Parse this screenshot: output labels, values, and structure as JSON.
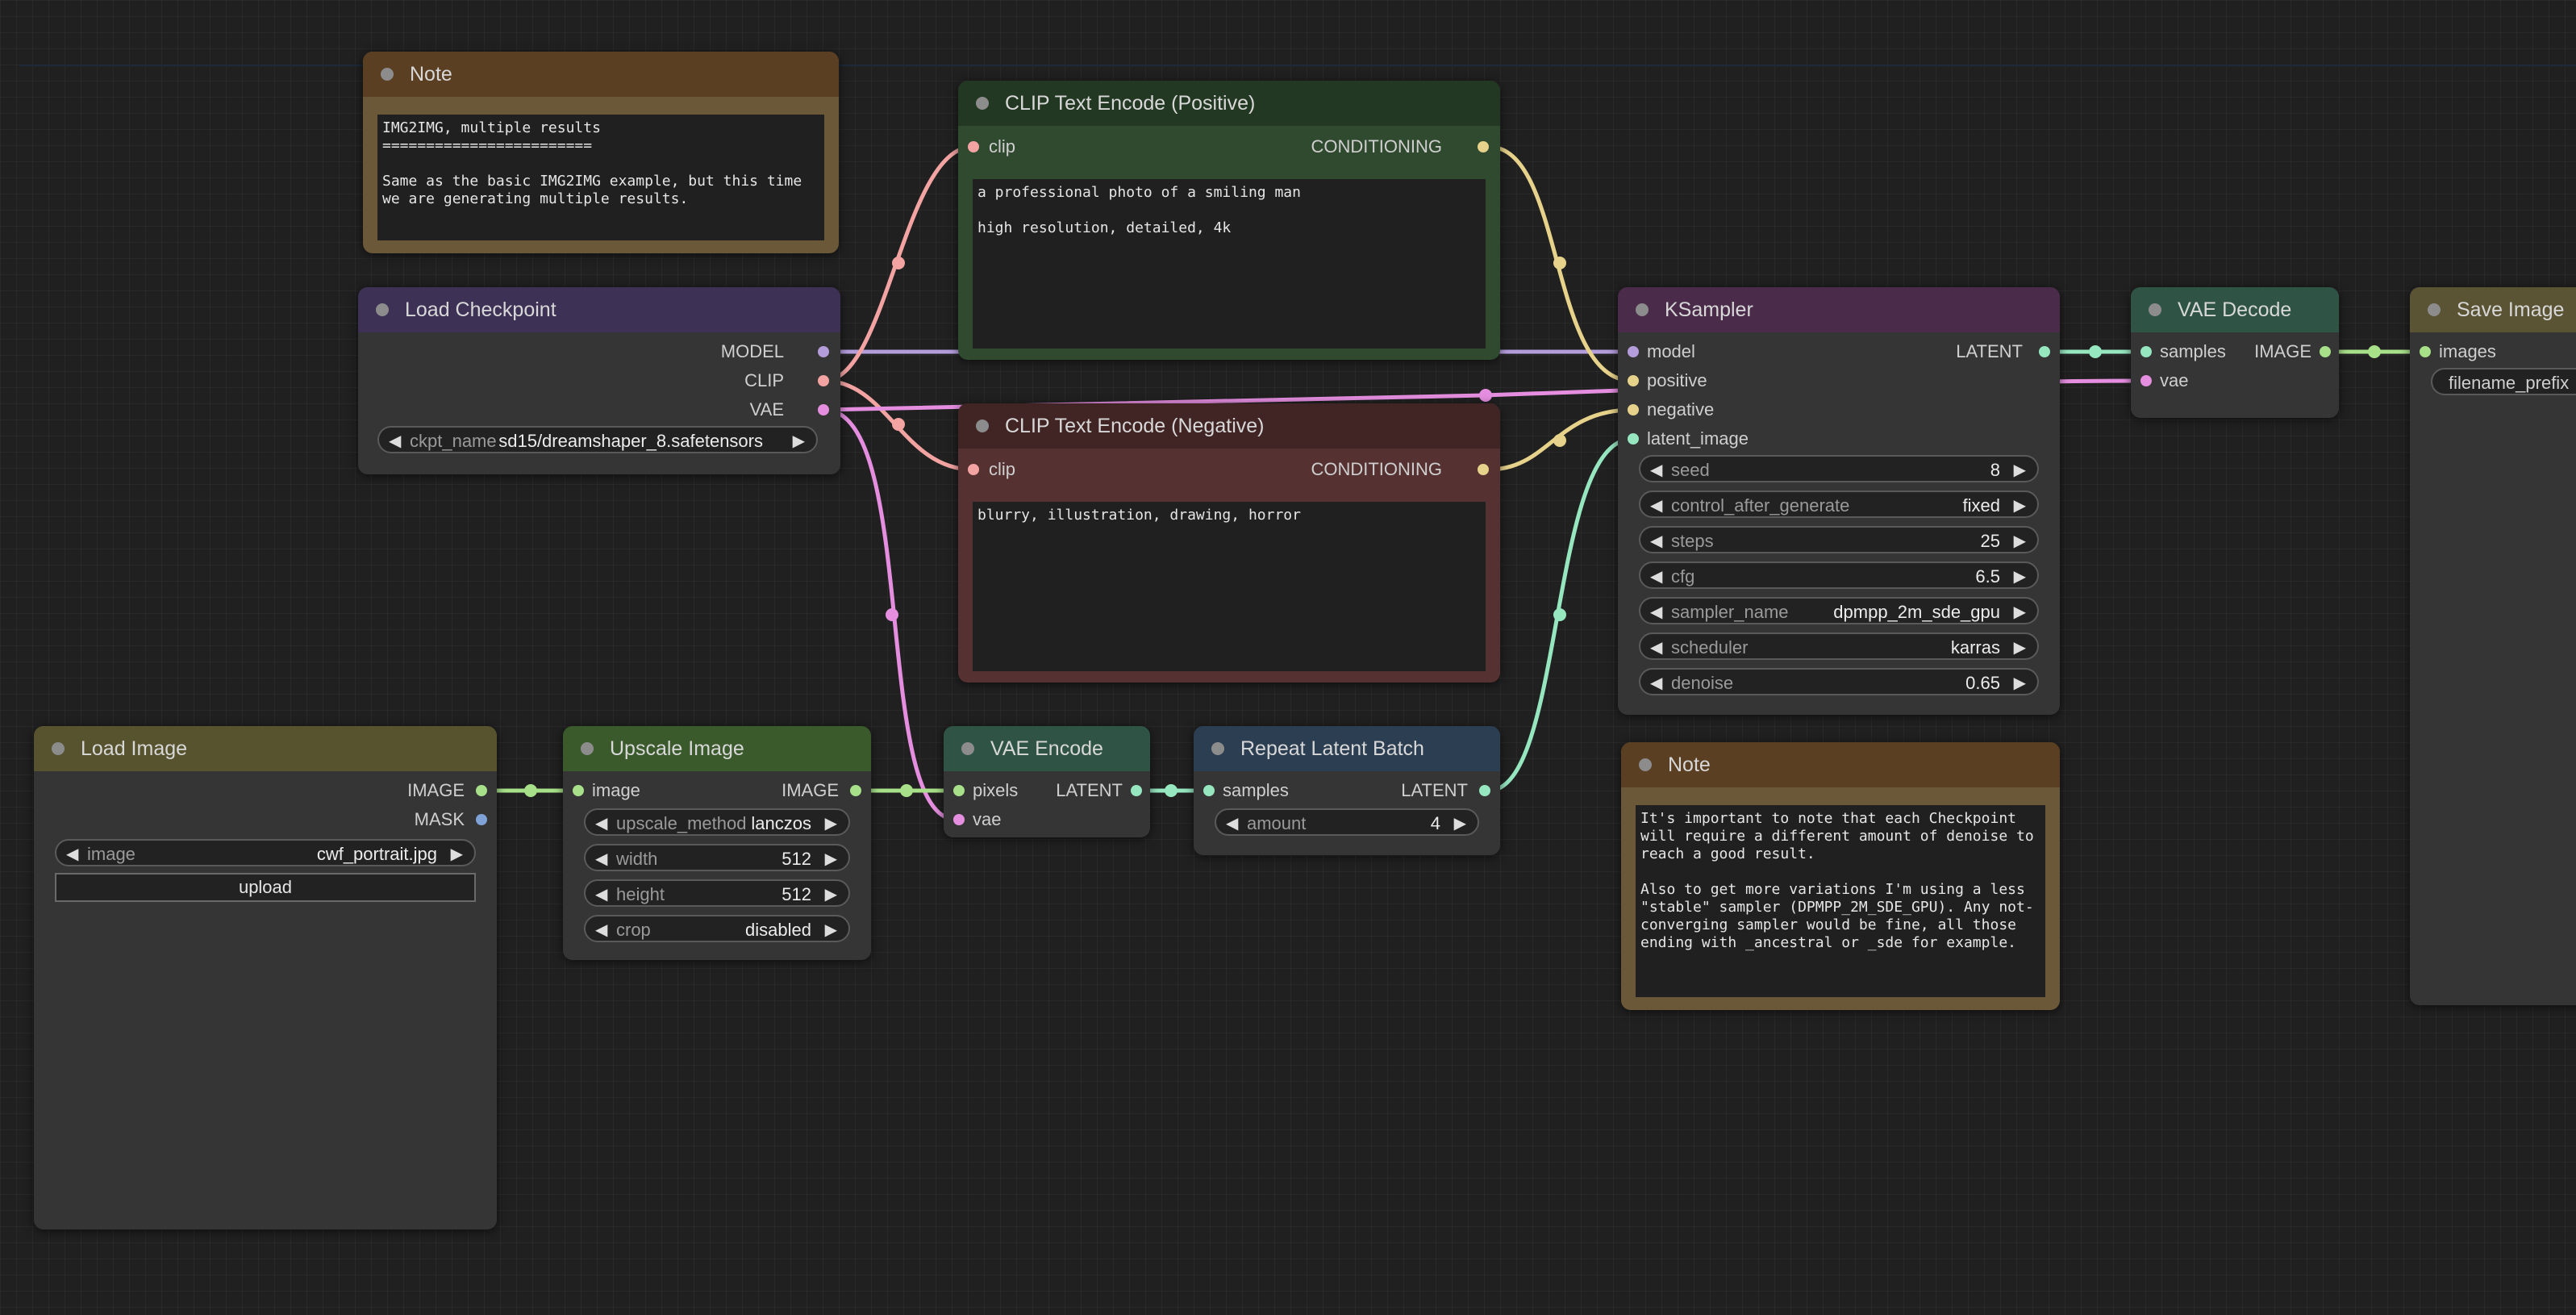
{
  "nodes": {
    "note1": {
      "title": "Note",
      "text": "IMG2IMG, multiple results\n========================\n\nSame as the basic IMG2IMG example, but this time\nwe are generating multiple results."
    },
    "load_checkpoint": {
      "title": "Load Checkpoint",
      "outputs": [
        "MODEL",
        "CLIP",
        "VAE"
      ],
      "ckpt_label": "ckpt_name",
      "ckpt_value": "sd15/dreamshaper_8.safetensors"
    },
    "clip_pos": {
      "title": "CLIP Text Encode (Positive)",
      "input": "clip",
      "output": "CONDITIONING",
      "text": "a professional photo of a smiling man\n\nhigh resolution, detailed, 4k"
    },
    "clip_neg": {
      "title": "CLIP Text Encode (Negative)",
      "input": "clip",
      "output": "CONDITIONING",
      "text": "blurry, illustration, drawing, horror"
    },
    "ksampler": {
      "title": "KSampler",
      "inputs": [
        "model",
        "positive",
        "negative",
        "latent_image"
      ],
      "output": "LATENT",
      "widgets": [
        {
          "label": "seed",
          "value": "8"
        },
        {
          "label": "control_after_generate",
          "value": "fixed"
        },
        {
          "label": "steps",
          "value": "25"
        },
        {
          "label": "cfg",
          "value": "6.5"
        },
        {
          "label": "sampler_name",
          "value": "dpmpp_2m_sde_gpu"
        },
        {
          "label": "scheduler",
          "value": "karras"
        },
        {
          "label": "denoise",
          "value": "0.65"
        }
      ]
    },
    "vae_decode": {
      "title": "VAE Decode",
      "inputs": [
        "samples",
        "vae"
      ],
      "output": "IMAGE"
    },
    "save_image": {
      "title": "Save Image",
      "input": "images",
      "widget_label": "filename_prefix"
    },
    "load_image": {
      "title": "Load Image",
      "outputs": [
        "IMAGE",
        "MASK"
      ],
      "image_label": "image",
      "image_value": "cwf_portrait.jpg",
      "upload_label": "upload"
    },
    "upscale_image": {
      "title": "Upscale Image",
      "input": "image",
      "output": "IMAGE",
      "widgets": [
        {
          "label": "upscale_method",
          "value": "lanczos"
        },
        {
          "label": "width",
          "value": "512"
        },
        {
          "label": "height",
          "value": "512"
        },
        {
          "label": "crop",
          "value": "disabled"
        }
      ]
    },
    "vae_encode": {
      "title": "VAE Encode",
      "inputs": [
        "pixels",
        "vae"
      ],
      "output": "LATENT"
    },
    "repeat_latent": {
      "title": "Repeat Latent Batch",
      "input": "samples",
      "output": "LATENT",
      "amount_label": "amount",
      "amount_value": "4"
    },
    "note2": {
      "title": "Note",
      "text": "It's important to note that each Checkpoint\nwill require a different amount of denoise to\nreach a good result.\n\nAlso to get more variations I'm using a less\n\"stable\" sampler (DPMPP_2M_SDE_GPU). Any not-\nconverging sampler would be fine, all those\nending with _ancestral or _sde for example."
    }
  },
  "colors": {
    "model": "#b39ddb",
    "clip": "#f4a3a3",
    "vae": "#e58ee0",
    "conditioning": "#e6d28a",
    "latent": "#96e6c0",
    "image": "#a8e08a",
    "mask": "#7fa3d6"
  }
}
